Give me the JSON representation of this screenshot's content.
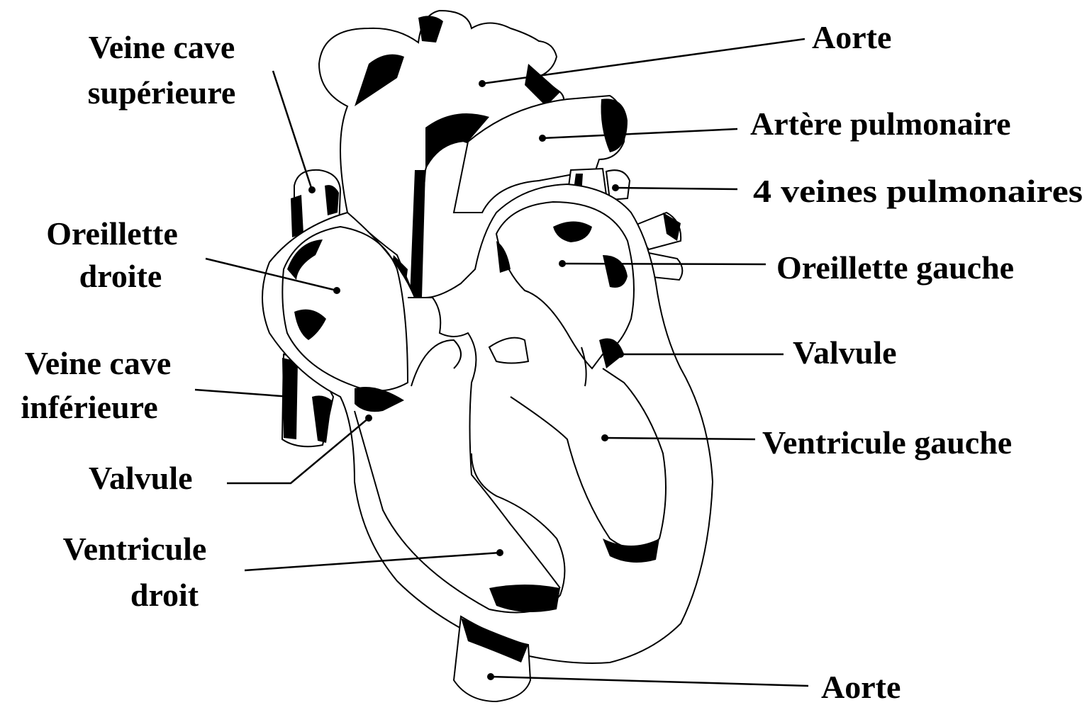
{
  "colors": {
    "ink": "#000000",
    "background": "#ffffff"
  },
  "labels": {
    "veine_cave_superieure": [
      "Veine cave",
      "supérieure"
    ],
    "aorte_top": "Aorte",
    "artere_pulmonaire": "Artère pulmonaire",
    "veines_pulmonaires": "4 veines pulmonaires",
    "oreillette_droite": [
      "Oreillette",
      "droite"
    ],
    "oreillette_gauche": "Oreillette gauche",
    "valvule_right": "Valvule",
    "veine_cave_inferieure": [
      "Veine cave",
      "inférieure"
    ],
    "ventricule_gauche": "Ventricule gauche",
    "valvule_left": "Valvule",
    "ventricule_droit": [
      "Ventricule",
      "droit"
    ],
    "aorte_bottom": "Aorte"
  }
}
